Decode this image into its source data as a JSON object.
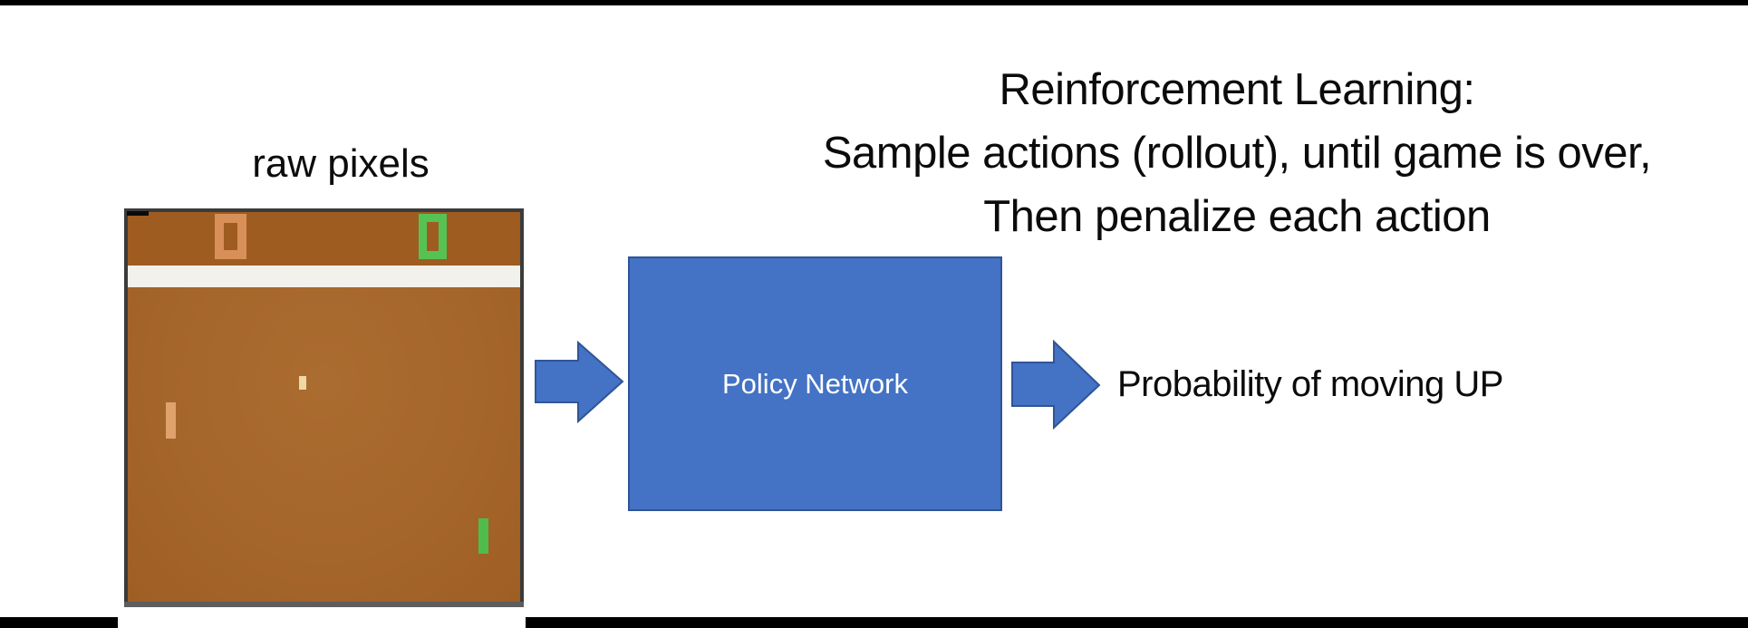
{
  "title": {
    "line1": "Reinforcement Learning:",
    "line2": "Sample actions (rollout), until game is over,",
    "line3": "Then penalize each action"
  },
  "raw_pixels": {
    "label": "raw pixels"
  },
  "policy_box": {
    "label": "Policy Network",
    "fill": "#4472c4",
    "border": "#2f5597",
    "text_color": "#ffffff"
  },
  "output": {
    "label": "Probability of moving UP"
  },
  "arrows": {
    "fill": "#4472c4",
    "stroke": "#2f5597"
  },
  "game_screen": {
    "left_score": "0",
    "right_score": "0",
    "colors": {
      "frame_border": "#3b3b3b",
      "frame_bottom_border": "#5d5d5d",
      "score_area_bg": "#9e5c20",
      "play_area_bg": "#a5662b",
      "divider_band": "#f2f1eb",
      "left_score_digit": "#d89058",
      "right_score_digit": "#56c254",
      "ball": "#efd8a4",
      "left_paddle": "#dfa26c",
      "right_paddle": "#50bc4c"
    }
  },
  "slide": {
    "background": "#ffffff",
    "bar_color": "#000000"
  }
}
